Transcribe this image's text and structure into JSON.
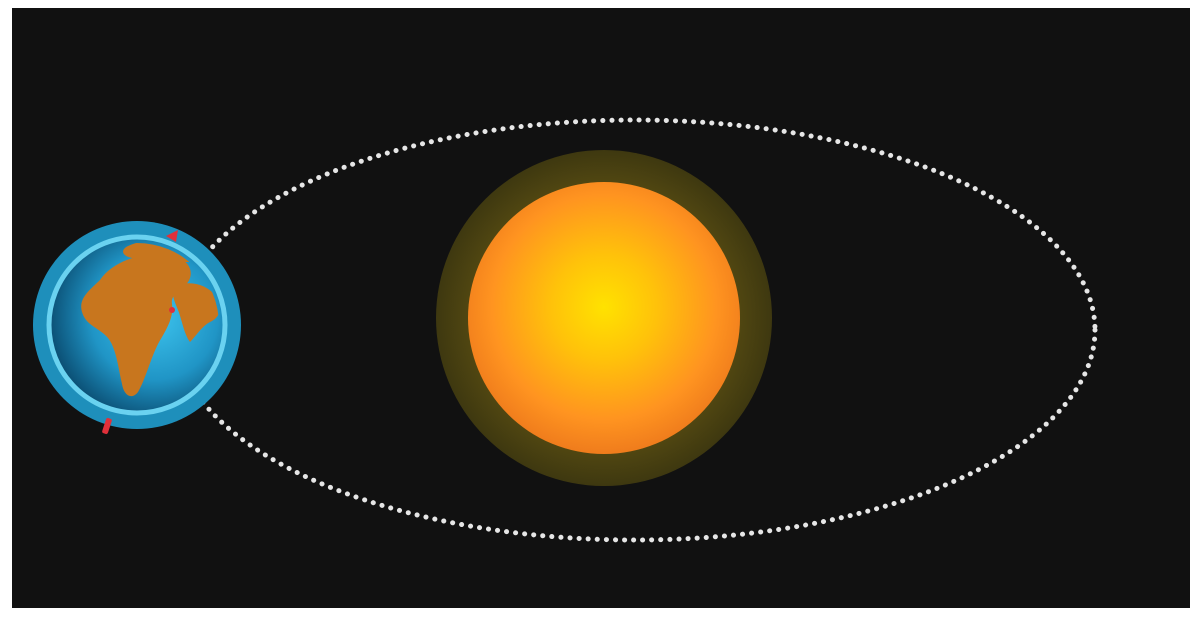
{
  "diagram": {
    "colors": {
      "space": "#111111",
      "frame": "#ffffff",
      "orbit": "#e8e8e8",
      "sun_core": "#ffd400",
      "sun_mid": "#ff9a1a",
      "sun_edge": "#f07818",
      "sun_halo": "#4a4214",
      "earth_ocean": "#28a8d8",
      "earth_ocean_dark": "#0d5e86",
      "earth_ring": "#5cc8ea",
      "earth_land": "#c8761e",
      "axis_marker": "#e0303a"
    },
    "bodies": [
      {
        "id": "sun",
        "icon": "sun-icon"
      },
      {
        "id": "earth",
        "icon": "earth-globe-icon"
      }
    ],
    "orbit": {
      "style": "dotted",
      "icon": "orbit-path"
    }
  }
}
